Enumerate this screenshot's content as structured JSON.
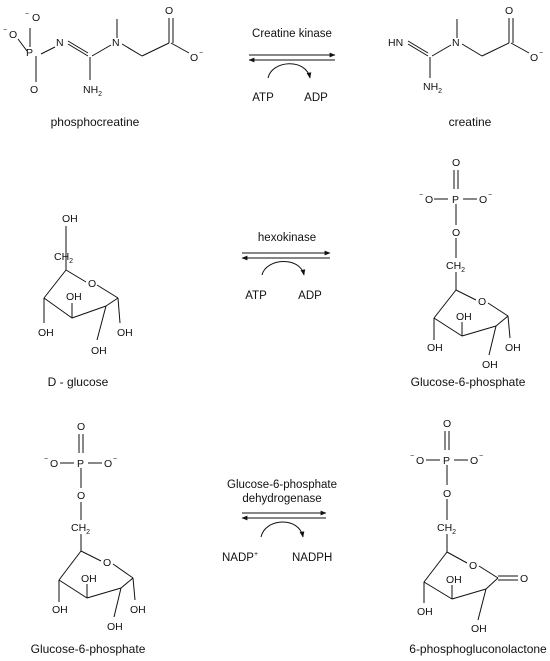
{
  "reactions": [
    {
      "substrate": "phosphocreatine",
      "enzyme_lines": [
        "Creatine kinase"
      ],
      "cofactor_in": "ATP",
      "cofactor_out": "ADP",
      "product": "creatine"
    },
    {
      "substrate": "D - glucose",
      "enzyme_lines": [
        "hexokinase"
      ],
      "cofactor_in": "ATP",
      "cofactor_out": "ADP",
      "product": "Glucose-6-phosphate"
    },
    {
      "substrate": "Glucose-6-phosphate",
      "enzyme_lines": [
        "Glucose-6-phosphate",
        "dehydrogenase"
      ],
      "cofactor_in": "NADP",
      "cofactor_in_sup": "+",
      "cofactor_out": "NADPH",
      "product": "6-phosphogluconolactone"
    }
  ],
  "atoms": {
    "O": "O",
    "P": "P",
    "N": "N",
    "OH": "OH",
    "NH2": "NH",
    "NH2_sub": "2",
    "HN": "HN",
    "CH2": "CH",
    "CH2_sub": "2",
    "minus": "−"
  }
}
